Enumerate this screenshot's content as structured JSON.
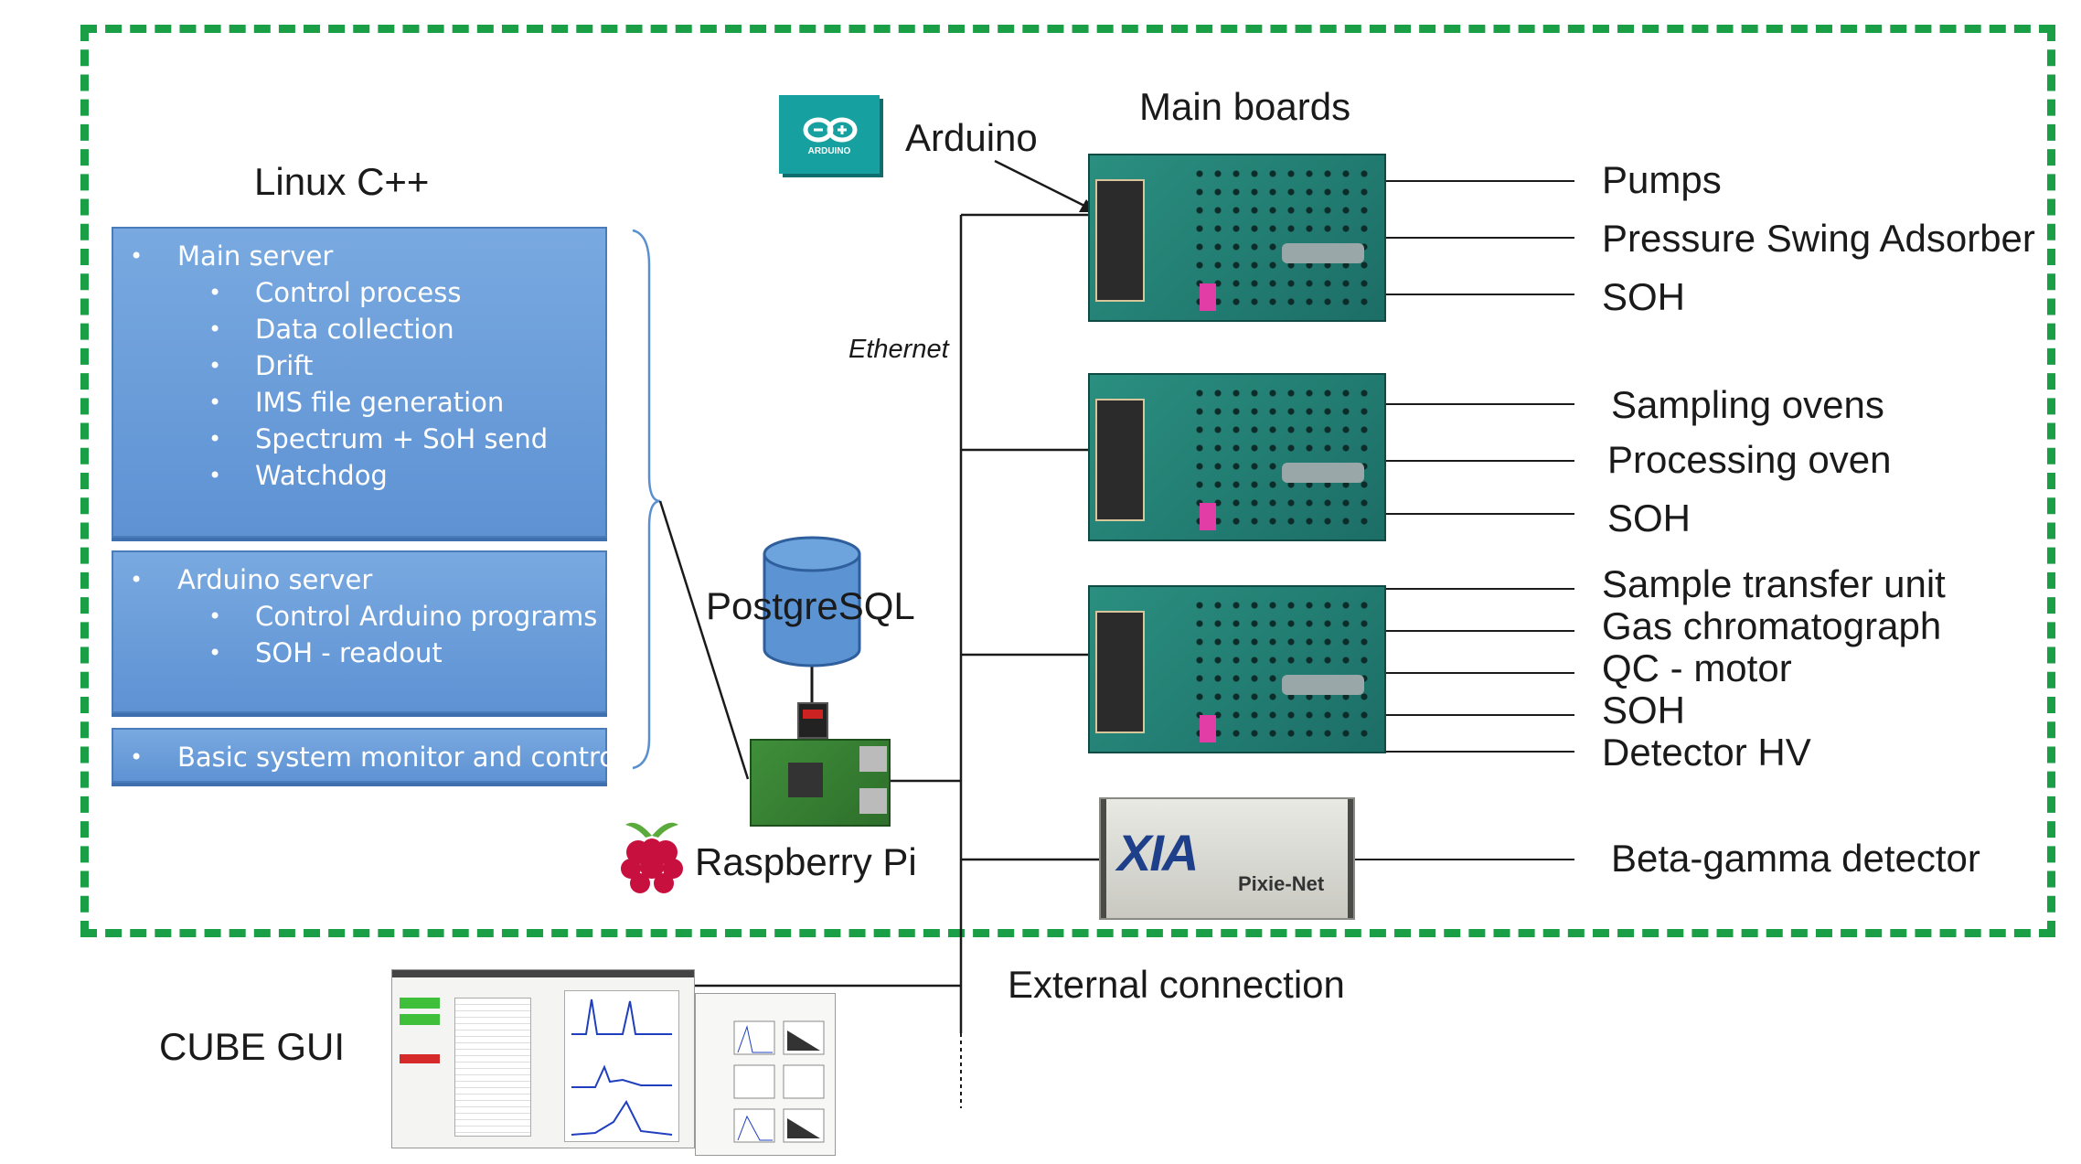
{
  "title_linux": "Linux C++",
  "main_server": {
    "heading": "Main server",
    "items": [
      "Control process",
      "Data collection",
      "Drift",
      "IMS file generation",
      "Spectrum + SoH send",
      "Watchdog"
    ]
  },
  "arduino_server": {
    "heading": "Arduino server",
    "items": [
      "Control Arduino programs",
      "SOH - readout"
    ]
  },
  "basic_monitor": "Basic system monitor and control",
  "arduino_label": "Arduino",
  "arduino_logo_text": "ARDUINO",
  "main_boards_label": "Main boards",
  "ethernet_label": "Ethernet",
  "postgres_label": "PostgreSQL",
  "raspberry_label": "Raspberry Pi",
  "board1_outputs": [
    "Pumps",
    "Pressure Swing Adsorber",
    "SOH"
  ],
  "board2_outputs": [
    "Sampling ovens",
    "Processing oven",
    "SOH"
  ],
  "board3_outputs": [
    "Sample transfer unit",
    "Gas chromatograph",
    "QC - motor",
    "SOH",
    "Detector HV"
  ],
  "detector_label": "Beta-gamma detector",
  "xia_logo": "XIA",
  "pixie_label": "Pixie-Net",
  "external_label": "External connection",
  "cube_gui_label": "CUBE GUI",
  "colors": {
    "dashed_border": "#1a9e46",
    "blue_box": "#6b9cd9",
    "arduino_teal": "#16a1a0",
    "db_cylinder": "#5b93d3",
    "raspberry_red": "#c8103e",
    "raspberry_green": "#5aab3c"
  }
}
